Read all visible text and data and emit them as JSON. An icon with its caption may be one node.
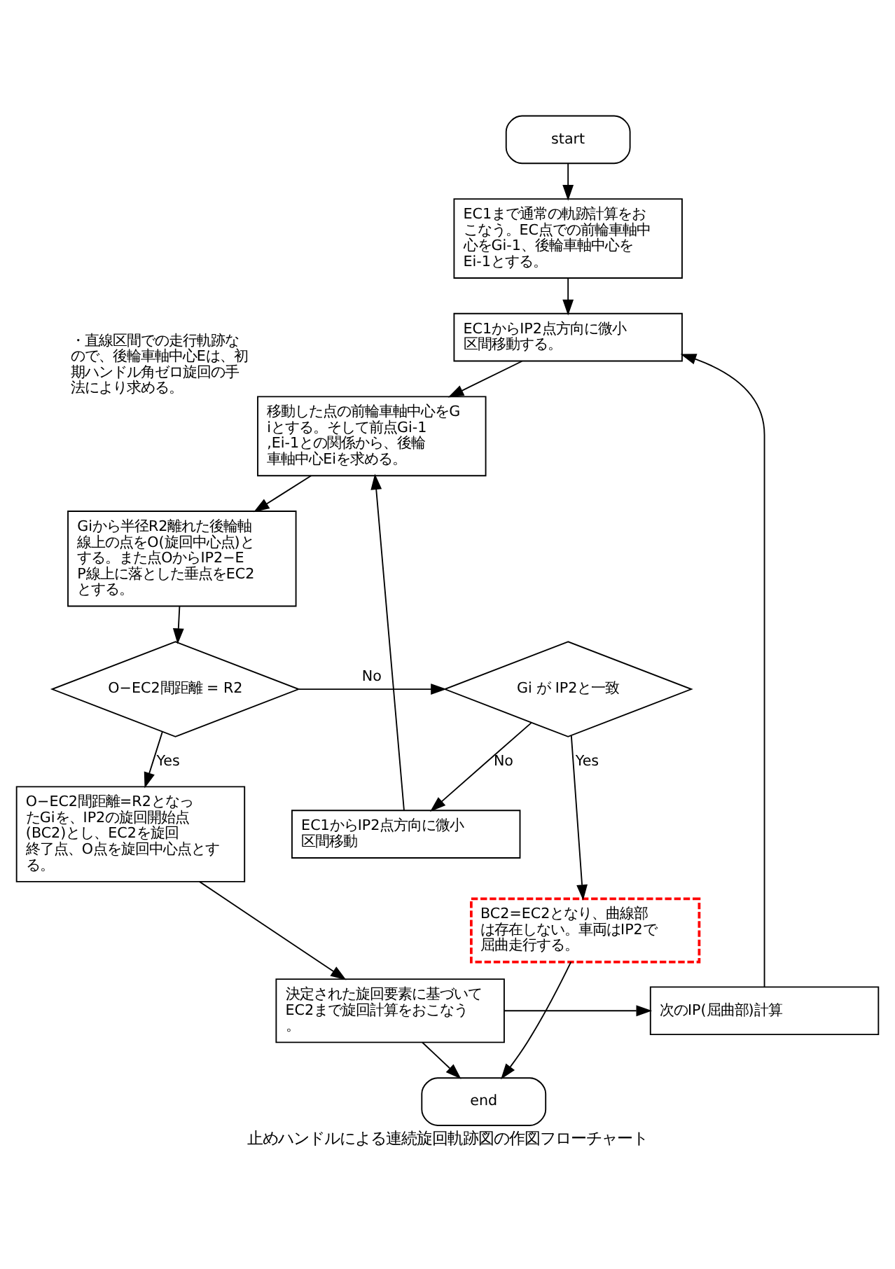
{
  "diagram": {
    "caption": "止めハンドルによる連続旋回軌跡図の作図フローチャート",
    "nodes": [
      {
        "text": [
          "start"
        ]
      },
      {
        "text": [
          "EC1まで通常の軌跡計算をおこなう。EC点での前輪車軸中心をGi-1、後輪車軸中心をEi-1とする。"
        ]
      },
      {
        "text": [
          "EC1からIP2点方向に微小区間移動する。"
        ]
      },
      {
        "text": [
          "移動した点の前輪車軸中心をGiとする。そして前点Gi-1,Ei-1との関係から、後輪車軸中心Eiを求める。"
        ],
        "beside": [
          "・直線区間での走行軌跡なので、後輪車軸中心Eは、初期ハンドル角ゼロ旋回の手法により求める。"
        ]
      },
      {
        "text": [
          "Giから半径R2離れた後輪軸線上の点をO(旋回中心点)とする。また点OからIP2−EP線上に落とした垂点をEC2とする。"
        ]
      },
      {
        "text": [
          "O−EC2間距離 = R2"
        ]
      },
      {
        "text": [
          "Gi が IP2と一致"
        ]
      },
      {
        "text": [
          "EC1からIP2点方向に微小区間移動"
        ]
      },
      {
        "text": [
          "BC2=EC2となり、曲線部は存在しない。車両はIP2で屈曲走行する。"
        ]
      },
      {
        "text": [
          "O−EC2間距離=R2となったGiを、IP2の旋回開始点(BC2)とし、EC2を旋回終了点、O点を旋回中心点とする。"
        ]
      },
      {
        "text": [
          "決定された旋回要素に基づいてEC2まで旋回計算をおこなう。"
        ]
      },
      {
        "text": [
          "次のIP(屈曲部)計算"
        ]
      },
      {
        "text": [
          "end"
        ]
      }
    ],
    "edges": [
      {
        "from": 0,
        "to": 1,
        "arrow": "to"
      },
      {
        "from": 1,
        "to": 2,
        "arrow": "to"
      },
      {
        "from": 2,
        "to": 3,
        "arrow": "to"
      },
      {
        "from": 3,
        "to": 4,
        "arrow": "to"
      },
      {
        "from": 4,
        "to": 5,
        "arrow": "to"
      },
      {
        "from": 5,
        "to": 6,
        "arrow": "to",
        "label": "No"
      },
      {
        "from": 6,
        "to": 7,
        "arrow": "to",
        "label": "No"
      },
      {
        "from": 7,
        "to": 3,
        "arrow": "to"
      },
      {
        "from": 5,
        "to": 9,
        "arrow": "to",
        "label": "Yes"
      },
      {
        "from": 6,
        "to": 8,
        "arrow": "to",
        "label": "Yes"
      },
      {
        "from": 9,
        "to": 10,
        "arrow": "to"
      },
      {
        "from": 10,
        "to": 12,
        "arrow": "to"
      },
      {
        "from": 10,
        "to": 11,
        "arrow": "to"
      },
      {
        "from": 11,
        "to": 2,
        "arrow": "to"
      },
      {
        "from": 8,
        "to": 12,
        "arrow": "to"
      }
    ]
  }
}
